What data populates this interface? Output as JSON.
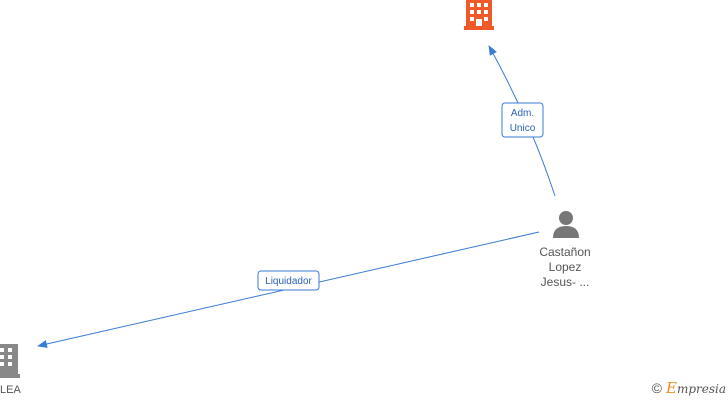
{
  "nodes": {
    "company_top": {
      "icon": "building-icon",
      "color": "#f05a28",
      "label": ""
    },
    "company_left": {
      "icon": "building-icon",
      "color": "#888888",
      "label": "LEA"
    },
    "person": {
      "icon": "person-icon",
      "color": "#777777",
      "label_lines": [
        "Castañon",
        "Lopez",
        "Jesus- ..."
      ]
    }
  },
  "edges": [
    {
      "from": "person",
      "to": "company_top",
      "label_lines": [
        "Adm.",
        "Unico"
      ]
    },
    {
      "from": "person",
      "to": "company_left",
      "label_lines": [
        "Liquidador"
      ]
    }
  ],
  "edge_color": "#3a7bd5",
  "watermark": {
    "copyright": "©",
    "brand_initial": "E",
    "brand_rest": "mpresia"
  }
}
